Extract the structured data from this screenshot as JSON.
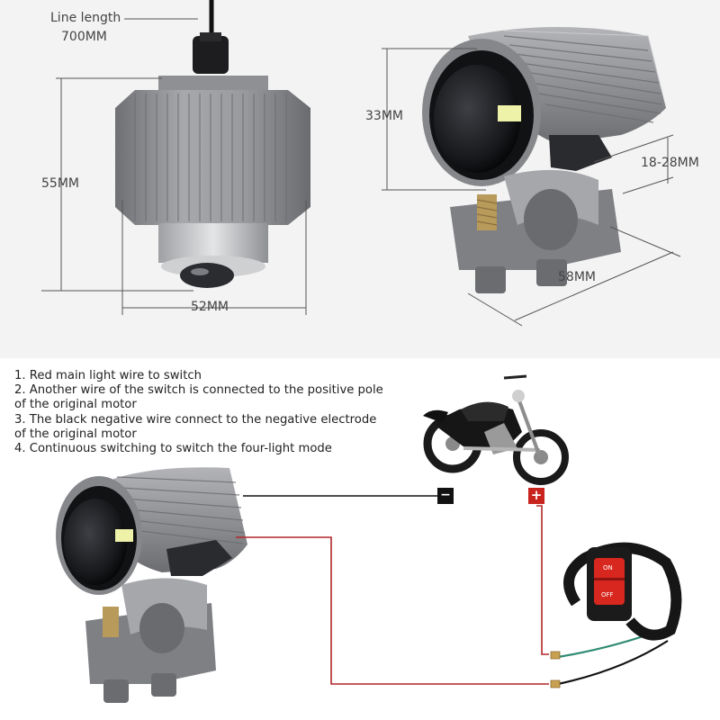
{
  "dimensions": {
    "line_length_label": "Line length",
    "line_length_value": "700MM",
    "height_front": "55MM",
    "width_front": "52MM",
    "height_side": "33MM",
    "clamp_range": "18-28MM",
    "length_side": "58MM"
  },
  "instructions": [
    "1. Red main light wire to switch",
    "2. Another wire of the switch is connected to the positive pole of the original motor",
    "3. The black negative wire connect to the negative electrode of the original motor",
    "4. Continuous switching to switch the four-light mode"
  ],
  "terminals": {
    "negative": "−",
    "positive": "+"
  },
  "switch": {
    "on_label": "ON",
    "off_label": "OFF"
  },
  "colors": {
    "wire_red": "#b3262a",
    "wire_black": "#111111",
    "housing": "#8c8c8f",
    "button_red": "#d8271e"
  }
}
